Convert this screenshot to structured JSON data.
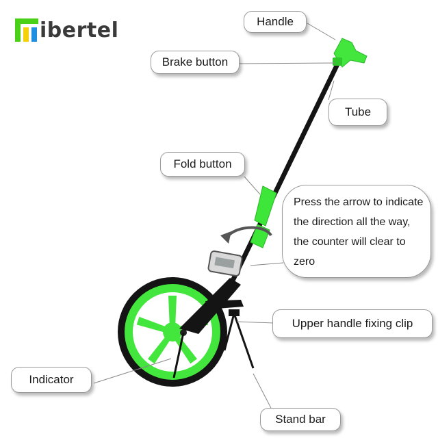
{
  "brand": {
    "name": "ibertel",
    "colors": {
      "green": "#4ad117",
      "yellow": "#f4d10a",
      "blue": "#1f8fe0",
      "text": "#3a3a3a"
    }
  },
  "labels": {
    "handle": "Handle",
    "brake_button": "Brake button",
    "tube": "Tube",
    "fold_button": "Fold button",
    "instruction": "Press the arrow to indicate the direction all the way, the counter will clear to zero",
    "upper_clip": "Upper handle fixing clip",
    "indicator": "Indicator",
    "stand_bar": "Stand bar"
  },
  "product": {
    "accent": "#3ee63a",
    "frame": "#111111",
    "icon": "measuring-wheel-icon"
  }
}
